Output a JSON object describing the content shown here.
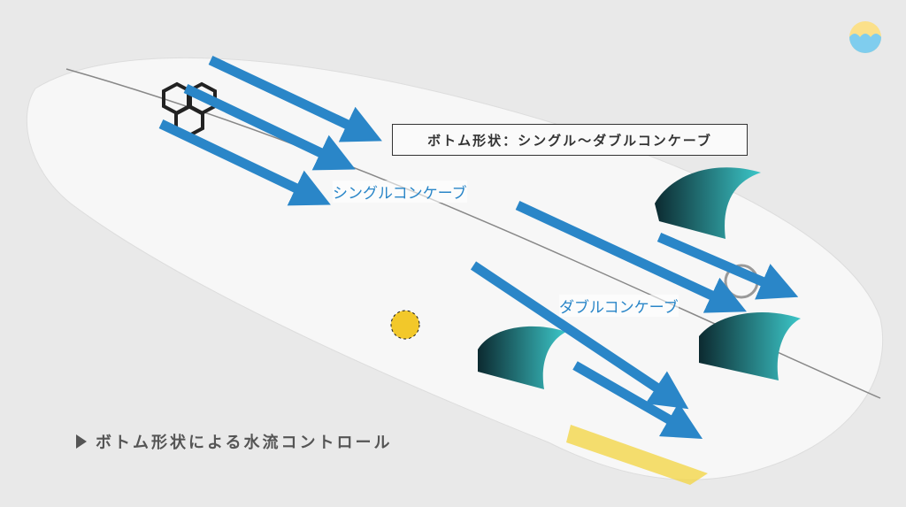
{
  "annotations": {
    "bottom_shape_label": "ボトム形状：シングル〜ダブルコンケーブ",
    "single_concave": "シングルコンケーブ",
    "double_concave": "ダブルコンケーブ"
  },
  "caption": "ボトム形状による水流コントロール",
  "colors": {
    "arrow": "#2a86c8",
    "background": "#e9e9e9",
    "fin": "#1f8c9c"
  }
}
